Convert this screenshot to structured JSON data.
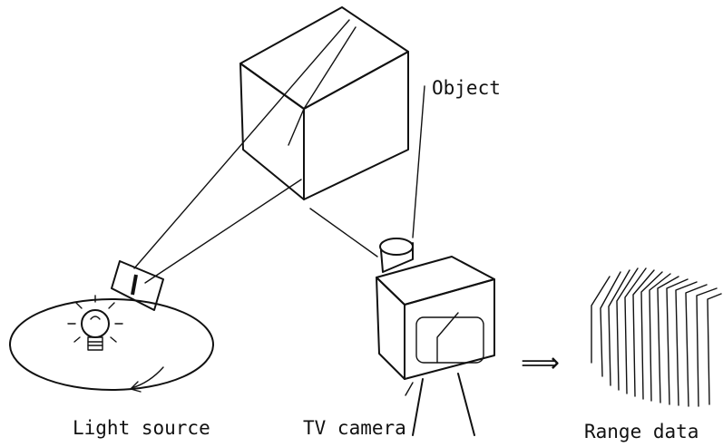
{
  "labels": {
    "object": "Object",
    "light_source": "Light source",
    "tv_camera": "TV camera",
    "range_data": "Range data"
  },
  "arrow": "⟹"
}
